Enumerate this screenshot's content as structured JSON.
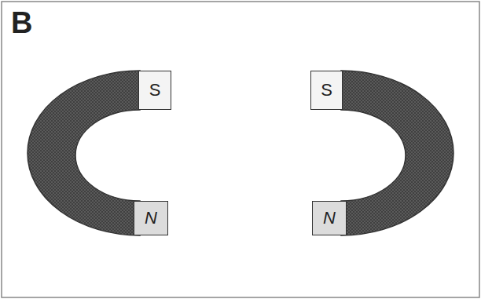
{
  "diagram": {
    "nodes": [
      {
        "text": [
          "S"
        ]
      },
      {
        "text": [
          "N"
        ]
      },
      {
        "text": [
          "S"
        ]
      },
      {
        "text": [
          "N"
        ]
      }
    ],
    "labels": [
      "B"
    ]
  }
}
